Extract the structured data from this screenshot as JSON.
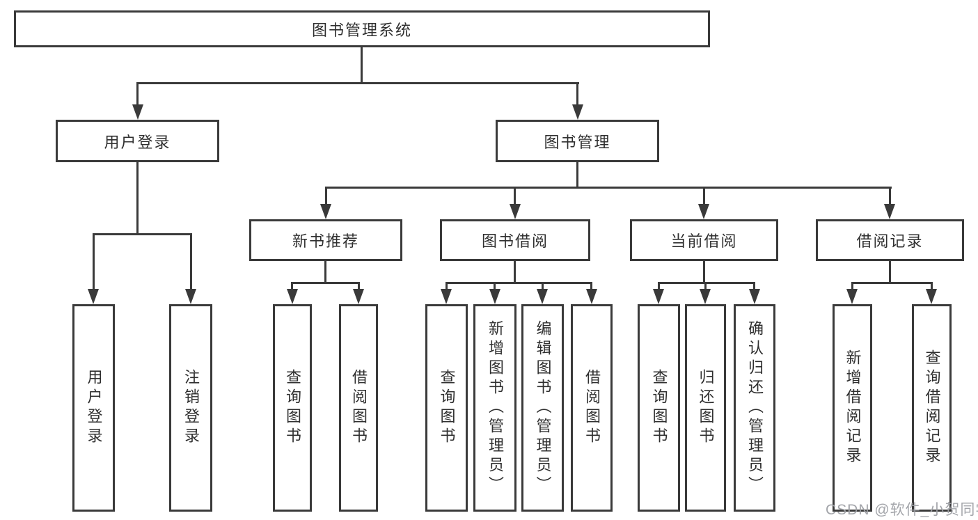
{
  "colors": {
    "line": "#3a3a3a",
    "node_text": "#2f2f2f",
    "node_background": "#ffffff",
    "page_background": "#ffffff",
    "watermark_text": "#9ea0a5"
  },
  "watermark": {
    "text": "CSDN @软件_小贺同学"
  },
  "tree": {
    "root": {
      "label": "图书管理系统",
      "children": [
        {
          "label": "用户登录",
          "children": [
            {
              "label": "用户登录"
            },
            {
              "label": "注销登录"
            }
          ]
        },
        {
          "label": "图书管理",
          "children": [
            {
              "label": "新书推荐",
              "children": [
                {
                  "label": "查询图书"
                },
                {
                  "label": "借阅图书"
                }
              ]
            },
            {
              "label": "图书借阅",
              "children": [
                {
                  "label": "查询图书"
                },
                {
                  "label": "新增图书（管理员）"
                },
                {
                  "label": "编辑图书（管理员）"
                },
                {
                  "label": "借阅图书"
                }
              ]
            },
            {
              "label": "当前借阅",
              "children": [
                {
                  "label": "查询图书"
                },
                {
                  "label": "归还图书"
                },
                {
                  "label": "确认归还（管理员）"
                }
              ]
            },
            {
              "label": "借阅记录",
              "children": [
                {
                  "label": "新增借阅记录"
                },
                {
                  "label": "查询借阅记录"
                }
              ]
            }
          ]
        }
      ]
    }
  }
}
